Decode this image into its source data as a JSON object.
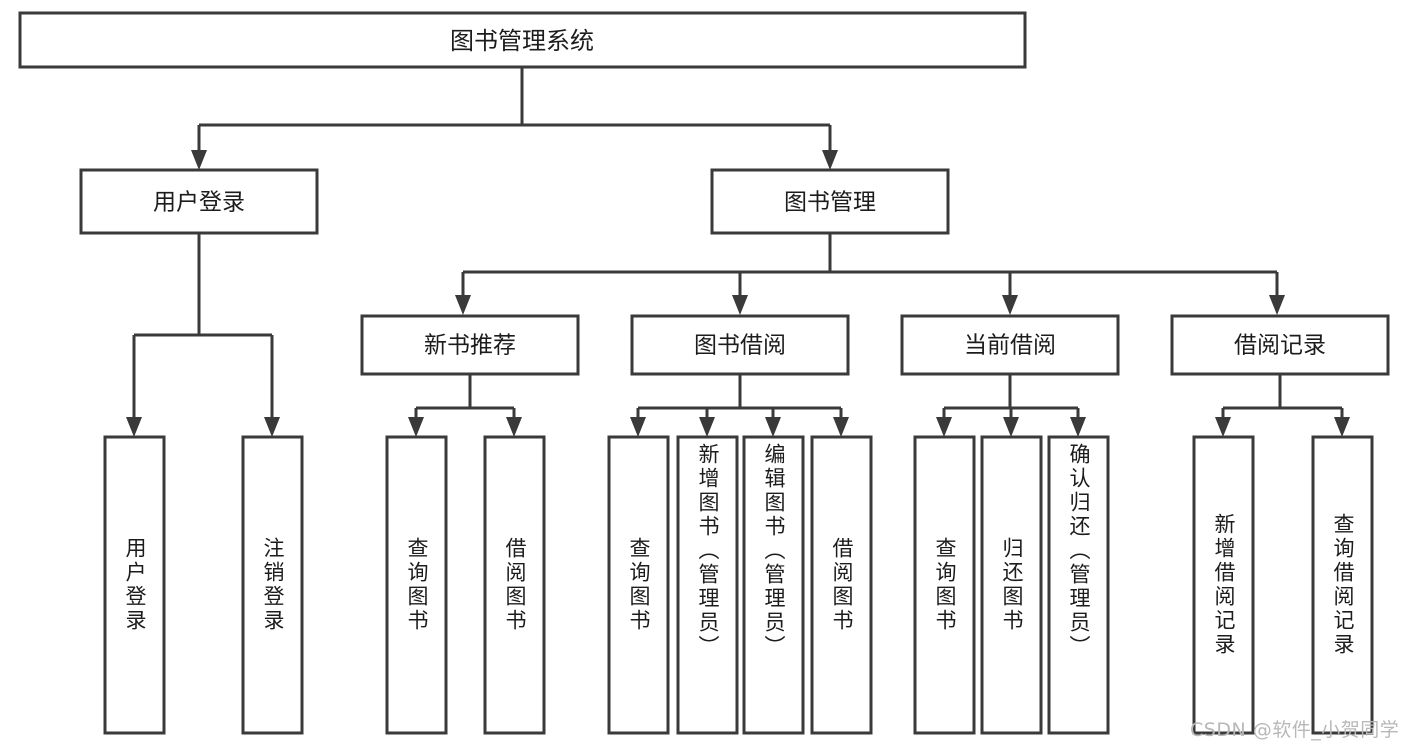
{
  "diagram": {
    "title": "图书管理系统",
    "type": "tree-hierarchy-chart",
    "root": {
      "label": "图书管理系统"
    },
    "level2": [
      {
        "label": "用户登录"
      },
      {
        "label": "图书管理"
      }
    ],
    "level3": [
      {
        "label": "新书推荐"
      },
      {
        "label": "图书借阅"
      },
      {
        "label": "当前借阅"
      },
      {
        "label": "借阅记录"
      }
    ],
    "leaves": {
      "user_login": [
        {
          "label": "用户登录"
        },
        {
          "label": "注销登录"
        }
      ],
      "new_book_recommend": [
        {
          "label": "查询图书"
        },
        {
          "label": "借阅图书"
        }
      ],
      "book_borrow": [
        {
          "label": "查询图书"
        },
        {
          "label": "新增图书（管理员）"
        },
        {
          "label": "编辑图书（管理员）"
        },
        {
          "label": "借阅图书"
        }
      ],
      "current_borrow": [
        {
          "label": "查询图书"
        },
        {
          "label": "归还图书"
        },
        {
          "label": "确认归还（管理员）"
        }
      ],
      "borrow_record": [
        {
          "label": "新增借阅记录"
        },
        {
          "label": "查询借阅记录"
        }
      ]
    }
  },
  "watermark": {
    "text": "CSDN @软件_小贺同学"
  },
  "colors": {
    "stroke": "#3a3a3a",
    "fill": "#ffffff",
    "text": "#1c1c1c",
    "watermark": "#b8b8b8"
  }
}
